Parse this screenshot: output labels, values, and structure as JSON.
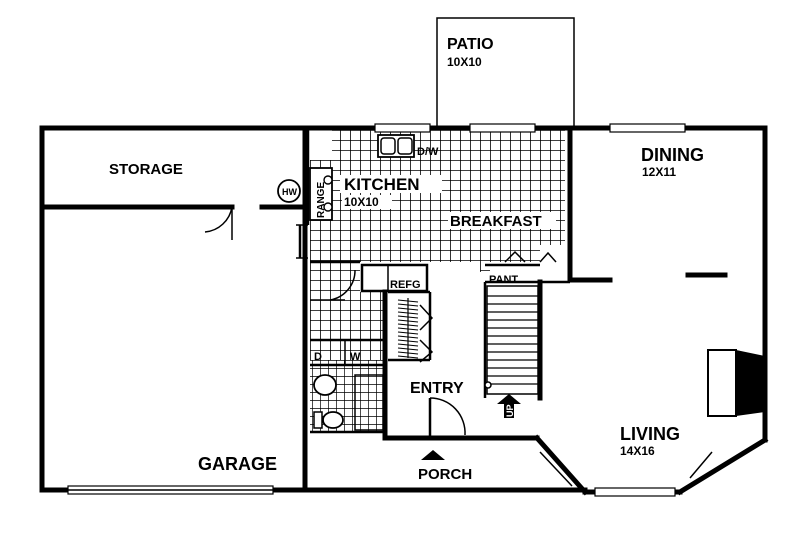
{
  "rooms": {
    "patio": {
      "label": "PATIO",
      "dims": "10X10"
    },
    "storage": {
      "label": "STORAGE"
    },
    "kitchen": {
      "label": "KITCHEN",
      "dims": "10X10"
    },
    "breakfast": {
      "label": "BREAKFAST"
    },
    "dining": {
      "label": "DINING",
      "dims": "12X11"
    },
    "garage": {
      "label": "GARAGE"
    },
    "entry": {
      "label": "ENTRY"
    },
    "porch": {
      "label": "PORCH"
    },
    "living": {
      "label": "LIVING",
      "dims": "14X16"
    }
  },
  "fixtures": {
    "dw": "D/W",
    "range": "RANGE",
    "hw": "HW",
    "refg": "REFG",
    "pant": "PANT.",
    "washer": "W",
    "dryer": "D",
    "up": "UP"
  },
  "colors": {
    "ink": "#000000",
    "paper": "#ffffff"
  }
}
